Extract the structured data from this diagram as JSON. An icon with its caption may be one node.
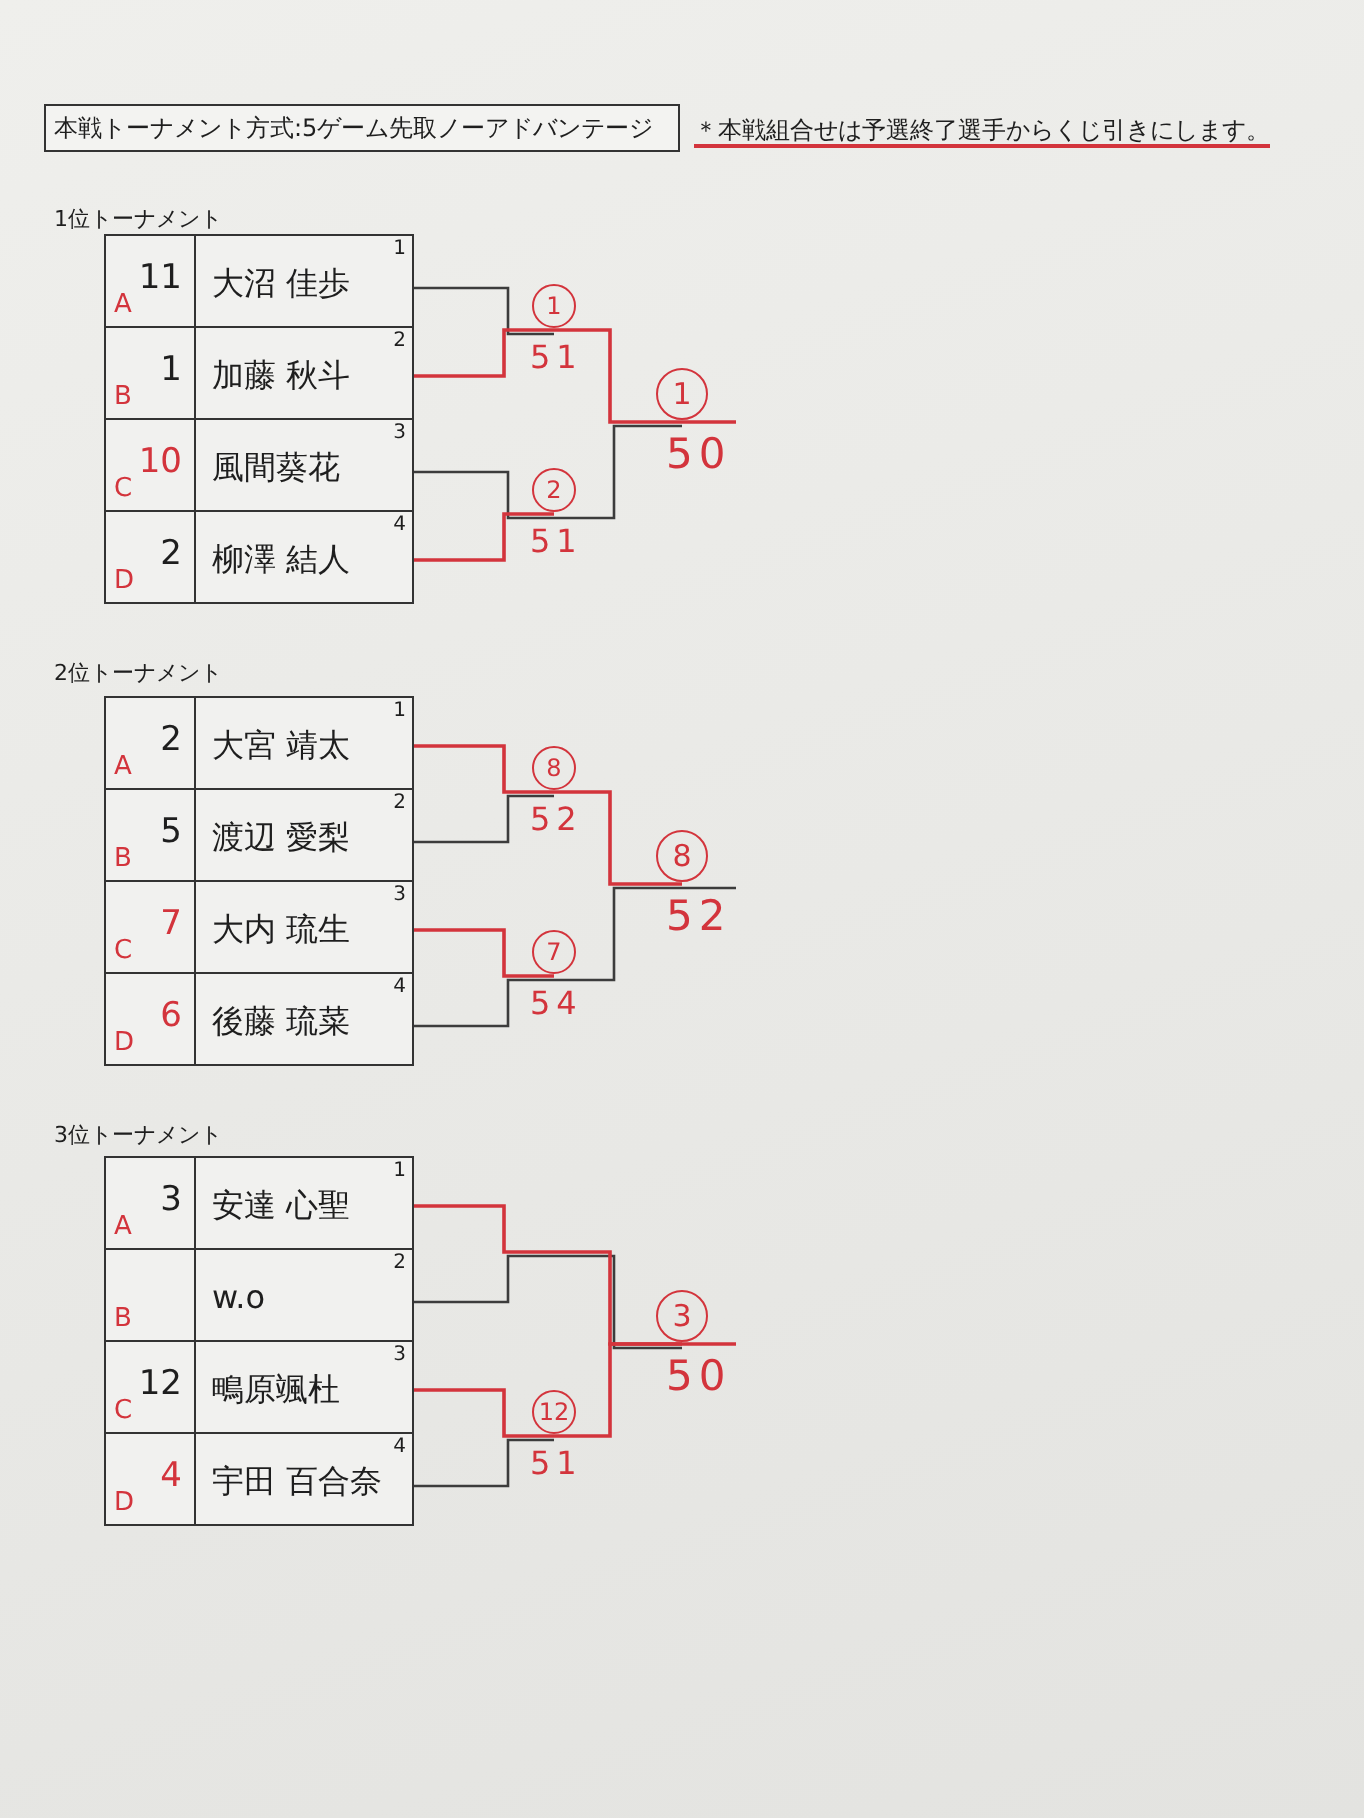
{
  "diagram": {
    "nodes": [
      {
        "text": [
          "本戦トーナメント方式:5ゲーム先取ノーアドバンテージ"
        ]
      },
      {
        "text": [
          "A",
          "11"
        ]
      },
      {
        "text": [
          "1",
          "大沼 佳歩"
        ]
      },
      {
        "text": [
          "B",
          "1"
        ]
      },
      {
        "text": [
          "2",
          "加藤 秋斗"
        ]
      },
      {
        "text": [
          "C",
          "10"
        ]
      },
      {
        "text": [
          "3",
          "風間葵花"
        ]
      },
      {
        "text": [
          "D",
          "2"
        ]
      },
      {
        "text": [
          "4",
          "柳澤 結人"
        ]
      },
      {
        "text": [
          "1"
        ],
        "beside": [
          "51"
        ]
      },
      {
        "text": [
          "2"
        ],
        "beside": [
          "51"
        ]
      },
      {
        "text": [
          "1"
        ],
        "beside": [
          "50"
        ]
      },
      {
        "text": [
          "A",
          "2"
        ]
      },
      {
        "text": [
          "1",
          "大宮 靖太"
        ]
      },
      {
        "text": [
          "B",
          "5"
        ]
      },
      {
        "text": [
          "2",
          "渡辺 愛梨"
        ]
      },
      {
        "text": [
          "C",
          "7"
        ]
      },
      {
        "text": [
          "3",
          "大内 琉生"
        ]
      },
      {
        "text": [
          "D",
          "6"
        ]
      },
      {
        "text": [
          "4",
          "後藤 琉菜"
        ]
      },
      {
        "text": [
          "8"
        ],
        "beside": [
          "52"
        ]
      },
      {
        "text": [
          "7"
        ],
        "beside": [
          "54"
        ]
      },
      {
        "text": [
          "8"
        ],
        "beside": [
          "52"
        ]
      },
      {
        "text": [
          "A",
          "3"
        ]
      },
      {
        "text": [
          "1",
          "安達 心聖"
        ]
      },
      {
        "text": [
          "B"
        ]
      },
      {
        "text": [
          "2",
          "w.o"
        ]
      },
      {
        "text": [
          "C",
          "12"
        ]
      },
      {
        "text": [
          "3",
          "鴫原颯杜"
        ]
      },
      {
        "text": [
          "D",
          "4"
        ]
      },
      {
        "text": [
          "4",
          "宇田 百合奈"
        ]
      },
      {
        "text": [
          "12"
        ],
        "beside": [
          "51"
        ]
      },
      {
        "text": [
          "3"
        ],
        "beside": [
          "50"
        ]
      }
    ],
    "edges": [
      {
        "from": 2,
        "to": 9,
        "arrow": "none",
        "color": "#3c3c3c"
      },
      {
        "from": 4,
        "to": 9,
        "arrow": "none"
      },
      {
        "from": 6,
        "to": 10,
        "arrow": "none",
        "color": "#3c3c3c"
      },
      {
        "from": 8,
        "to": 10,
        "arrow": "none"
      },
      {
        "from": 9,
        "to": 11,
        "arrow": "none"
      },
      {
        "from": 10,
        "to": 11,
        "arrow": "none",
        "color": "#3c3c3c"
      },
      {
        "from": 11,
        "to": null,
        "arrow": "none"
      },
      {
        "from": 13,
        "to": 20,
        "arrow": "none"
      },
      {
        "from": 15,
        "to": 20,
        "arrow": "none",
        "color": "#3c3c3c"
      },
      {
        "from": 17,
        "to": 21,
        "arrow": "none"
      },
      {
        "from": 19,
        "to": 21,
        "arrow": "none",
        "color": "#3c3c3c"
      },
      {
        "from": 20,
        "to": 22,
        "arrow": "none"
      },
      {
        "from": 21,
        "to": 22,
        "arrow": "none",
        "color": "#3c3c3c"
      },
      {
        "from": 22,
        "to": null,
        "arrow": "none",
        "color": "#3c3c3c"
      },
      {
        "from": 24,
        "to": 32,
        "arrow": "none"
      },
      {
        "from": 26,
        "to": 32,
        "arrow": "none",
        "color": "#3c3c3c"
      },
      {
        "from": 28,
        "to": 31,
        "arrow": "none"
      },
      {
        "from": 30,
        "to": 31,
        "arrow": "none",
        "color": "#3c3c3c"
      },
      {
        "from": 31,
        "to": 32,
        "arrow": "none"
      },
      {
        "from": 32,
        "to": null,
        "arrow": "none"
      }
    ],
    "labels": [
      "＊本戦組合せは予選終了選手からくじ引きにします。",
      "1位トーナメント",
      "2位トーナメント",
      "3位トーナメント"
    ]
  }
}
